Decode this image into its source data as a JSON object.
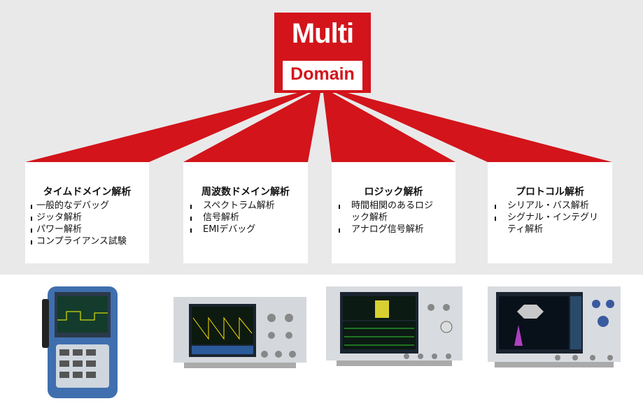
{
  "logo": {
    "line1": "Multi",
    "line2": "Domain",
    "color": "#d3141b"
  },
  "domains": [
    {
      "title": "タイムドメイン解析",
      "items": [
        "一般的なデバッグ",
        "ジッタ解析",
        "パワー解析",
        "コンプライアンス試験"
      ]
    },
    {
      "title": "周波数ドメイン解析",
      "items": [
        "スペクトラム解析",
        "信号解析",
        "EMIデバッグ"
      ]
    },
    {
      "title": "ロジック解析",
      "items": [
        "時間相関のあるロジック解析",
        "アナログ信号解析"
      ]
    },
    {
      "title": "プロトコル解析",
      "items": [
        "シリアル・バス解析",
        "シグナル・インテグリティ解析"
      ]
    }
  ]
}
